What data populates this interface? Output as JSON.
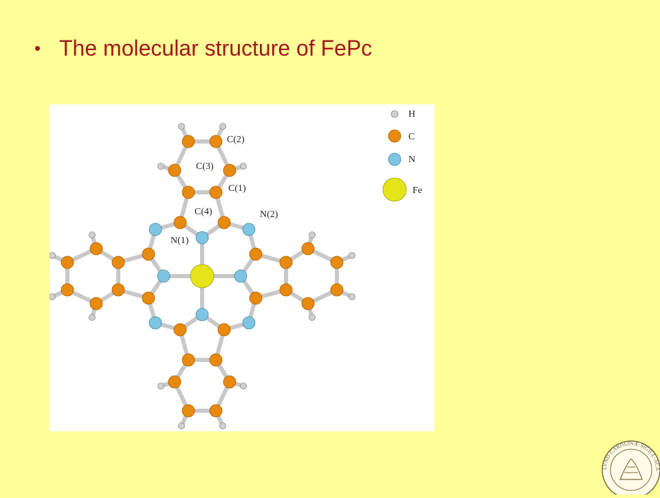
{
  "slide": {
    "bullet": "•",
    "title": "The molecular structure of FePc"
  },
  "legend": {
    "h": "H",
    "c": "C",
    "n": "N",
    "fe": "Fe"
  },
  "atom_labels": {
    "c2": "C(2)",
    "c3": "C(3)",
    "c1": "C(1)",
    "c4": "C(4)",
    "n2": "N(2)",
    "n1": "N(1)"
  },
  "colors": {
    "background": "#ffff99",
    "title": "#a0181c",
    "carbon": "#e88a10",
    "nitrogen": "#7fc4e0",
    "iron": "#e4e418",
    "hydrogen": "#d0d0d0",
    "bond": "#c8c8c8"
  },
  "seal": {
    "text": "LVND·CAROLINÆ·SIGILL·ACAD·RVMQVE"
  }
}
